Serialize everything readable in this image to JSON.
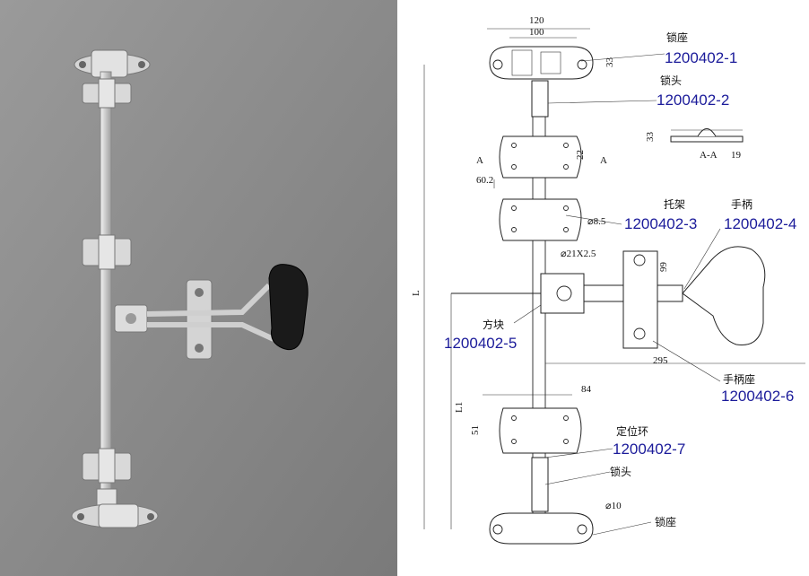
{
  "photo": {
    "background": "#8a8a8a",
    "metal": "#d8d8d8",
    "grip": "#1a1a1a"
  },
  "labels": {
    "lock_seat_top": {
      "cn": "锁座",
      "code": "1200402-1"
    },
    "lock_head_top": {
      "cn": "锁头",
      "code": "1200402-2"
    },
    "bracket": {
      "cn": "托架",
      "code": "1200402-3"
    },
    "handle": {
      "cn": "手柄",
      "code": "1200402-4"
    },
    "square_block": {
      "cn": "方块",
      "code": "1200402-5"
    },
    "handle_seat": {
      "cn": "手柄座",
      "code": "1200402-6"
    },
    "locating_ring": {
      "cn": "定位环",
      "code": "1200402-7"
    },
    "lock_head_bottom": {
      "cn": "锁头"
    },
    "lock_seat_bottom": {
      "cn": "锁座"
    }
  },
  "dimensions": {
    "d120": "120",
    "d100": "100",
    "d33": "33",
    "d33b": "33",
    "d19": "19",
    "d22": "22",
    "d60": "60.2",
    "d85": "⌀8.5",
    "d21": "⌀21X2.5",
    "d99": "99",
    "d295": "295",
    "d84": "84",
    "d51": "51",
    "d10": "⌀10",
    "L": "L",
    "L1": "L1",
    "A1": "A",
    "A2": "A",
    "AA": "A-A"
  }
}
